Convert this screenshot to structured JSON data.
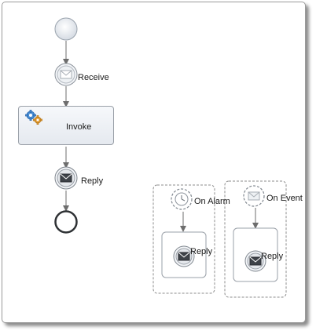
{
  "diagram": {
    "receive_label": "Receive",
    "invoke_label": "Invoke",
    "reply_label": "Reply",
    "alarm_label": "On Alarm",
    "alarm_reply_label": "Reply",
    "event_label": "On Event",
    "event_reply_label": "Reply"
  },
  "icons": {
    "start": "start-event-icon",
    "receive": "envelope-icon",
    "invoke": "gears-icon",
    "reply": "envelope-icon",
    "end": "end-event-icon",
    "alarm": "clock-icon"
  },
  "colors": {
    "connector": "#6d6d6d",
    "node_fill": "#e9edf2",
    "dashed_border": "#8c8c8c"
  }
}
